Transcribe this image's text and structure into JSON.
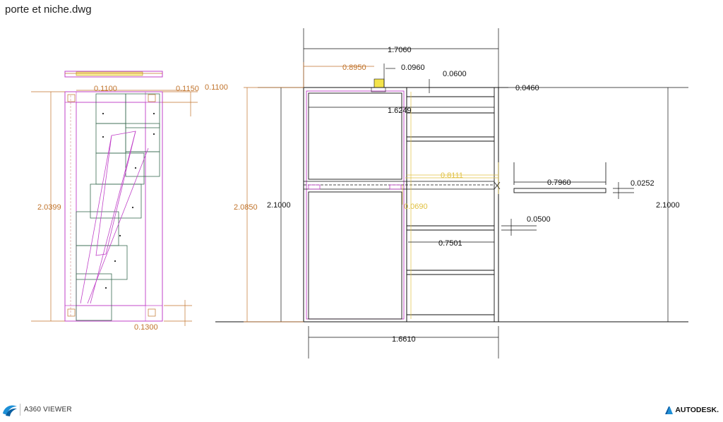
{
  "file_title": "porte et niche.dwg",
  "viewer_label": "A360 VIEWER",
  "brand": "AUTODESK.",
  "colors": {
    "dim_orange": "#c0732b",
    "dim_black": "#111111",
    "dim_yellow": "#e0c040",
    "magenta": "#c040c8",
    "green": "#3b6b52",
    "logo_blue": "#1d8fd6"
  },
  "dimensions": {
    "left_top_a": "0.1100",
    "left_top_b": "0.1150",
    "left_top_c": "0.1100",
    "left_height_a": "2.0399",
    "left_height_b": "2.0850",
    "left_bottom": "0.1300",
    "main_width_total": "1.7060",
    "main_top_a": "0.8950",
    "main_top_b": "0.0960",
    "main_top_c": "0.0600",
    "main_right_gap": "0.0460",
    "main_inner_width": "1.6249",
    "main_height_left": "2.1000",
    "mid_yellow_a": "0.8111",
    "mid_yellow_b": "0.0690",
    "shelf_depth": "0.7960",
    "shelf_thickness": "0.0252",
    "shelf_gap": "0.0500",
    "shelf_inner": "0.7501",
    "bottom_width": "1.6610",
    "right_height": "2.1000"
  }
}
